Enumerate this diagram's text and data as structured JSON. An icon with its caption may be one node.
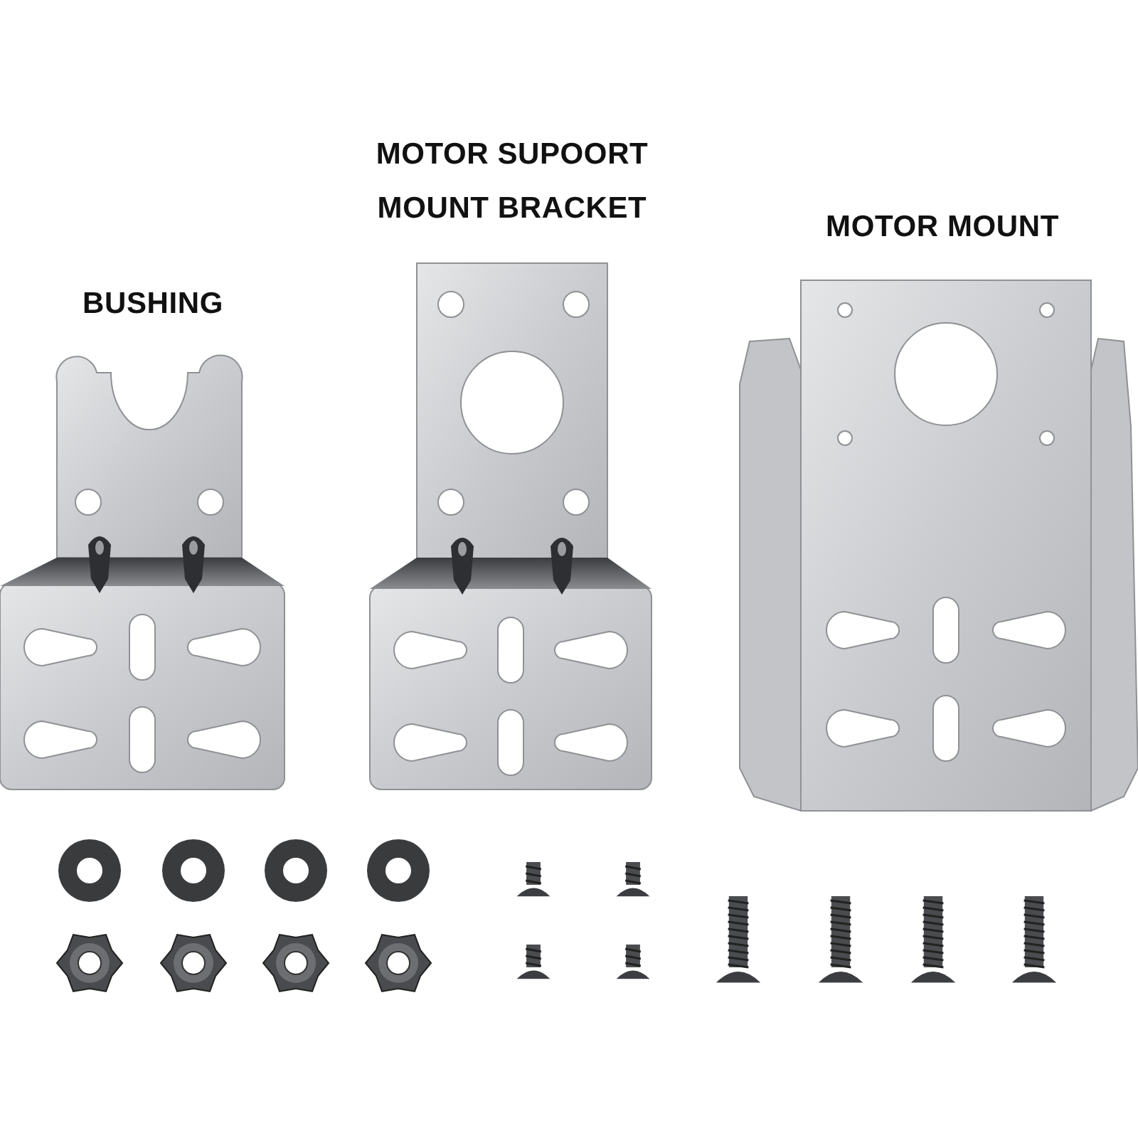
{
  "diagram": {
    "labels": [
      "BUSHING",
      "MOTOR SUPOORT MOUNT BRACKET",
      "MOTOR MOUNT"
    ]
  }
}
